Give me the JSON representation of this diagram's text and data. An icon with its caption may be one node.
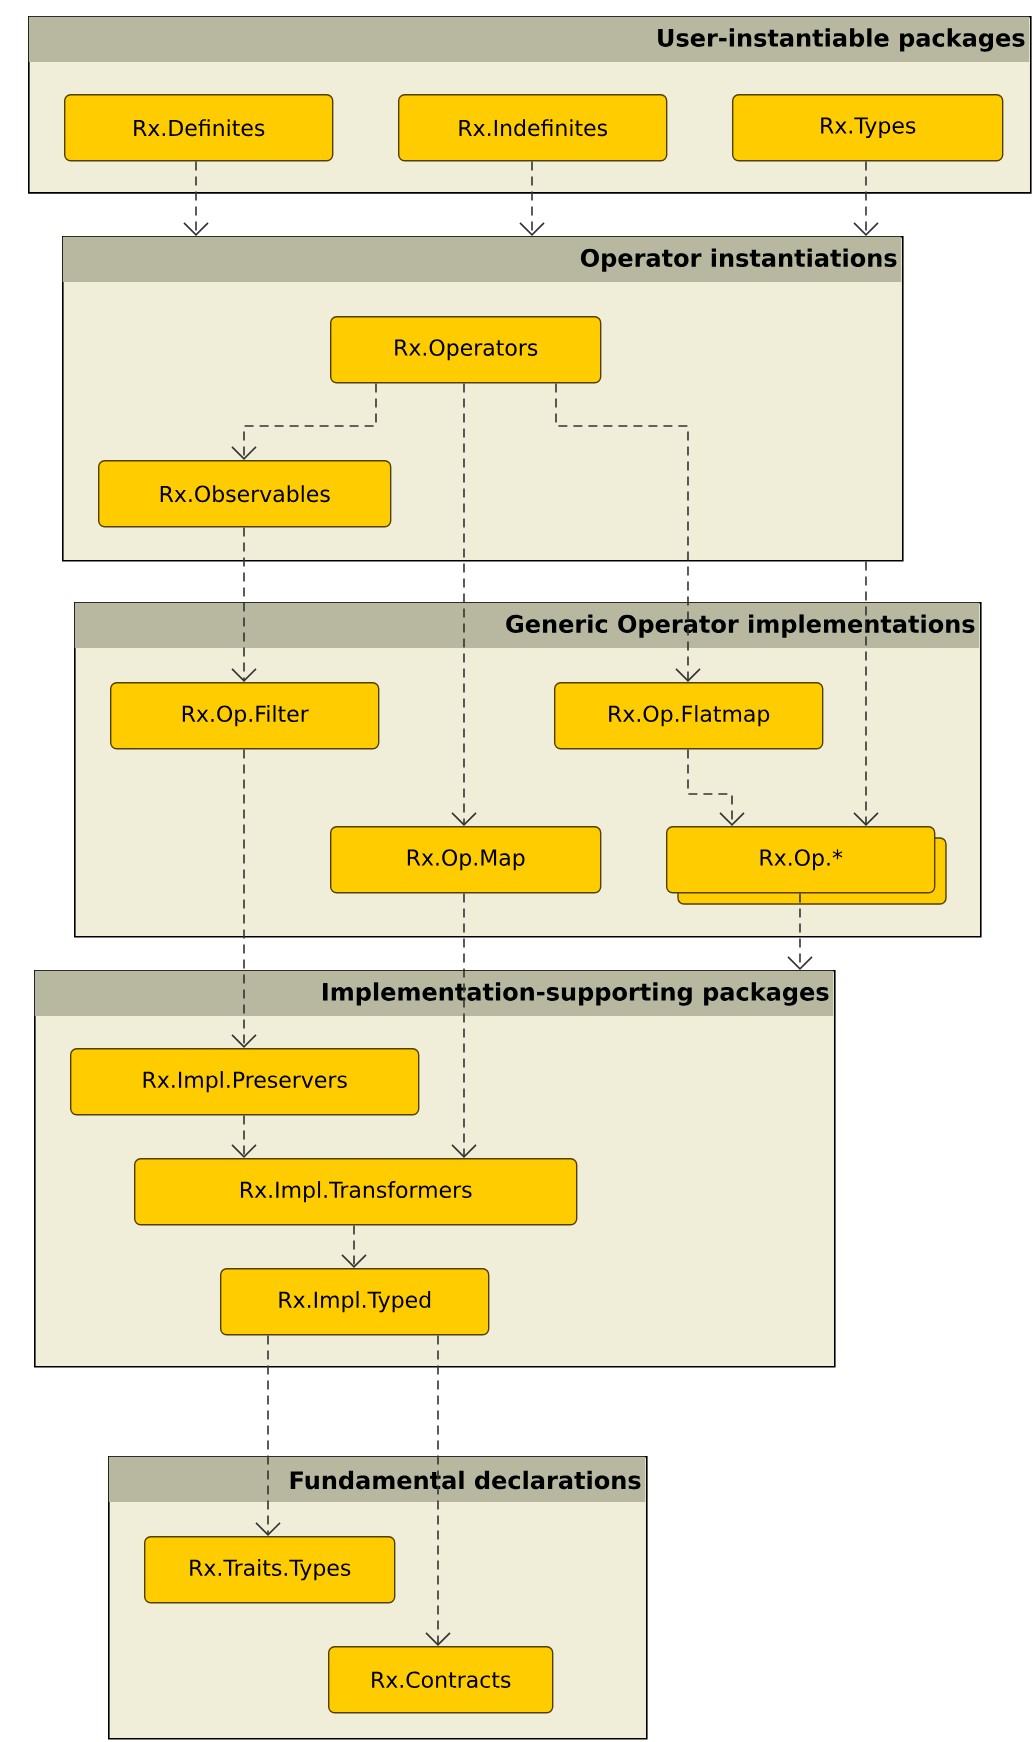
{
  "diagram": {
    "nodes": [
      {
        "text": [
          "User-instantiable packages"
        ]
      },
      {
        "text": [
          "Rx.Definites"
        ],
        "in": 0
      },
      {
        "text": [
          "Rx.Indefinites"
        ],
        "in": 0
      },
      {
        "text": [
          "Rx.Types"
        ],
        "in": 0
      },
      {
        "text": [
          "Operator instantiations"
        ]
      },
      {
        "text": [
          "Rx.Operators"
        ],
        "in": 4
      },
      {
        "text": [
          "Rx.Observables"
        ],
        "in": 4
      },
      {
        "text": [
          "Generic Operator implementations"
        ]
      },
      {
        "text": [
          "Rx.Op.Filter"
        ],
        "in": 7
      },
      {
        "text": [
          "Rx.Op.Flatmap"
        ],
        "in": 7
      },
      {
        "text": [
          "Rx.Op.Map"
        ],
        "in": 7
      },
      {
        "text": [
          "Rx.Op.*"
        ],
        "in": 7
      },
      {
        "text": [
          "Implementation-supporting packages"
        ]
      },
      {
        "text": [
          "Rx.Impl.Preservers"
        ],
        "in": 12
      },
      {
        "text": [
          "Rx.Impl.Transformers"
        ],
        "in": 12
      },
      {
        "text": [
          "Rx.Impl.Typed"
        ],
        "in": 12
      },
      {
        "text": [
          "Fundamental declarations"
        ]
      },
      {
        "text": [
          "Rx.Traits.Types"
        ],
        "in": 16
      },
      {
        "text": [
          "Rx.Contracts"
        ],
        "in": 16
      }
    ],
    "edges": [
      {
        "from": 1,
        "to": 4,
        "arrow": "to",
        "style": "dashed"
      },
      {
        "from": 2,
        "to": 4,
        "arrow": "to",
        "style": "dashed"
      },
      {
        "from": 3,
        "to": 4,
        "arrow": "to",
        "style": "dashed"
      },
      {
        "from": 5,
        "to": 6,
        "arrow": "to",
        "style": "dashed"
      },
      {
        "from": 5,
        "to": 10,
        "arrow": "to",
        "style": "dashed"
      },
      {
        "from": 5,
        "to": 9,
        "arrow": "to",
        "style": "dashed"
      },
      {
        "from": 4,
        "to": 11,
        "arrow": "to",
        "style": "dashed"
      },
      {
        "from": 6,
        "to": 8,
        "arrow": "to",
        "style": "dashed"
      },
      {
        "from": 9,
        "to": 11,
        "arrow": "to",
        "style": "dashed"
      },
      {
        "from": 11,
        "to": 12,
        "arrow": "to",
        "style": "dashed"
      },
      {
        "from": 8,
        "to": 13,
        "arrow": "to",
        "style": "dashed"
      },
      {
        "from": 10,
        "to": 14,
        "arrow": "to",
        "style": "dashed"
      },
      {
        "from": 13,
        "to": 14,
        "arrow": "to",
        "style": "dashed"
      },
      {
        "from": 14,
        "to": 15,
        "arrow": "to",
        "style": "dashed"
      },
      {
        "from": 15,
        "to": 17,
        "arrow": "to",
        "style": "dashed"
      },
      {
        "from": 15,
        "to": 18,
        "arrow": "to",
        "style": "dashed"
      }
    ]
  }
}
